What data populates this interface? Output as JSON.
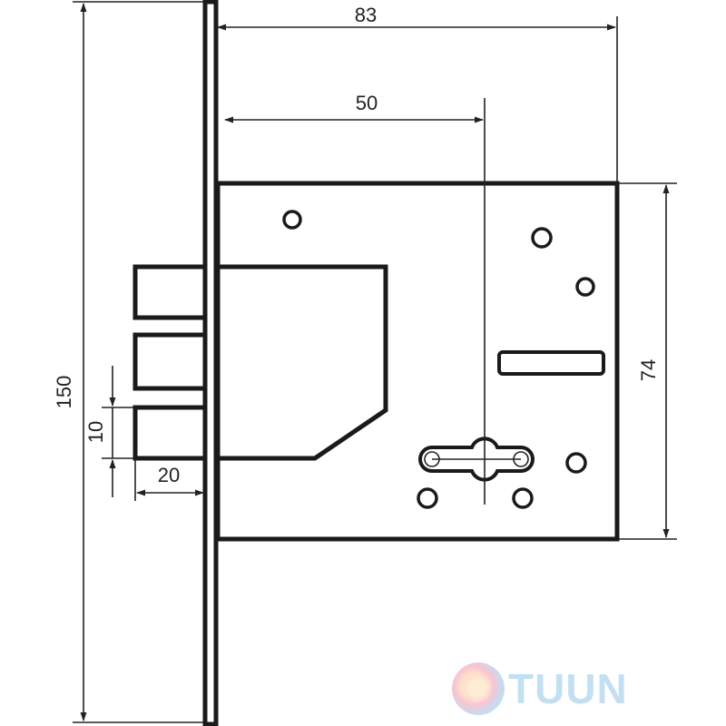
{
  "dimensions": {
    "top_width": "83",
    "spindle_offset": "50",
    "case_height": "74",
    "total_height": "150",
    "bolt_height": "10",
    "bolt_throw": "20"
  },
  "brand": {
    "name": "TUUN",
    "logo_icon": "gradient-circle-logo"
  },
  "colors": {
    "line": "#1a1a1a",
    "watermark_blue": "#b8dbef"
  }
}
